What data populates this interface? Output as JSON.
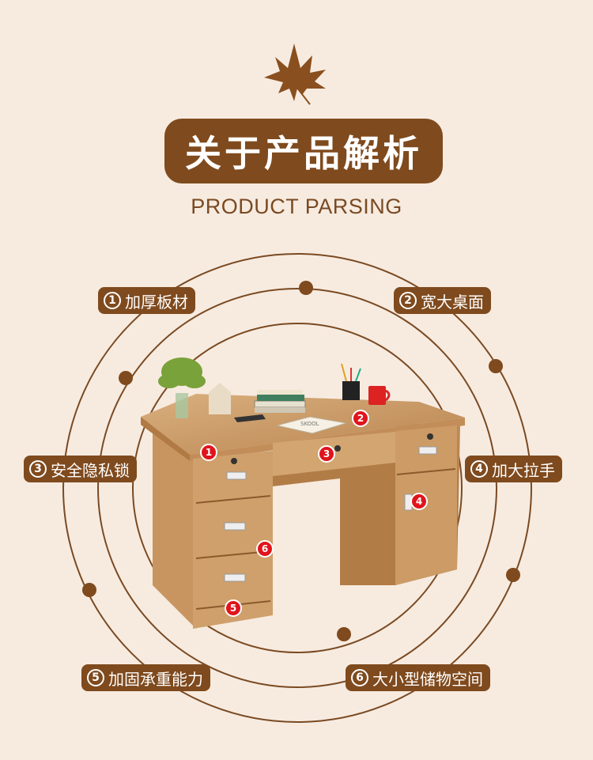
{
  "heading": {
    "title": "关于产品解析",
    "subtitle": "PRODUCT PARSING"
  },
  "features": [
    {
      "num": "1",
      "text": "加厚板材"
    },
    {
      "num": "2",
      "text": "宽大桌面"
    },
    {
      "num": "3",
      "text": "安全隐私锁"
    },
    {
      "num": "4",
      "text": "加大拉手"
    },
    {
      "num": "5",
      "text": "加固承重能力"
    },
    {
      "num": "6",
      "text": "大小型储物空间"
    }
  ],
  "markers": [
    "1",
    "2",
    "3",
    "4",
    "5",
    "6"
  ],
  "props": {
    "book_text": "SKOOL"
  },
  "colors": {
    "background": "#f7ebe0",
    "brand_brown": "#7f4a1d",
    "marker_red": "#e0141c",
    "wood": "#c99a66"
  },
  "icons": [
    "maple-leaf-icon"
  ]
}
